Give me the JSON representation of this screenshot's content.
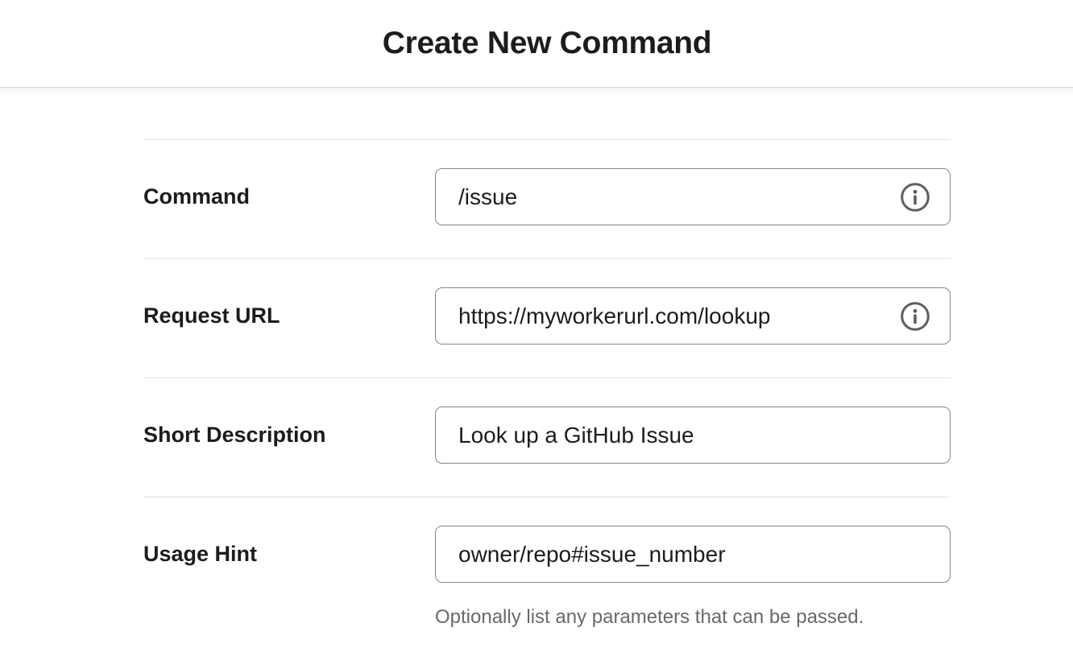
{
  "header": {
    "title": "Create New Command"
  },
  "form": {
    "fields": [
      {
        "label": "Command",
        "value": "/issue",
        "has_info_icon": true
      },
      {
        "label": "Request URL",
        "value": "https://myworkerurl.com/lookup",
        "has_info_icon": true
      },
      {
        "label": "Short Description",
        "value": "Look up a GitHub Issue",
        "has_info_icon": false
      },
      {
        "label": "Usage Hint",
        "value": "owner/repo#issue_number",
        "has_info_icon": false,
        "helper": "Optionally list any parameters that can be passed."
      }
    ]
  },
  "icons": {
    "info": "info-icon"
  },
  "colors": {
    "text-dark": "#1d1c1d",
    "divider": "#e2e2e2",
    "input-border": "#868686",
    "icon": "#5e5e5e",
    "helper": "#696969",
    "bg": "#ffffff"
  }
}
